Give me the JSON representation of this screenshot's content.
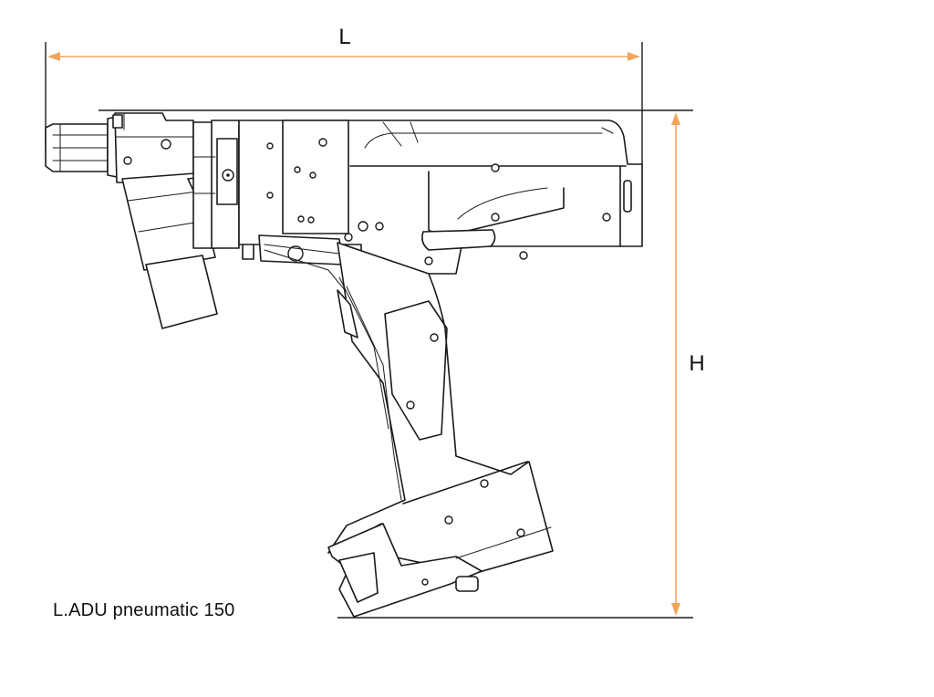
{
  "dimensions": {
    "length_label": "L",
    "height_label": "H"
  },
  "caption": "L.ADU pneumatic 150",
  "colors": {
    "dimension_line": "#f2a55a",
    "drawing_line": "#1a1a1a",
    "background": "#ffffff"
  },
  "icons": {
    "tool": "pistol-grip-screwdriver-outline"
  }
}
